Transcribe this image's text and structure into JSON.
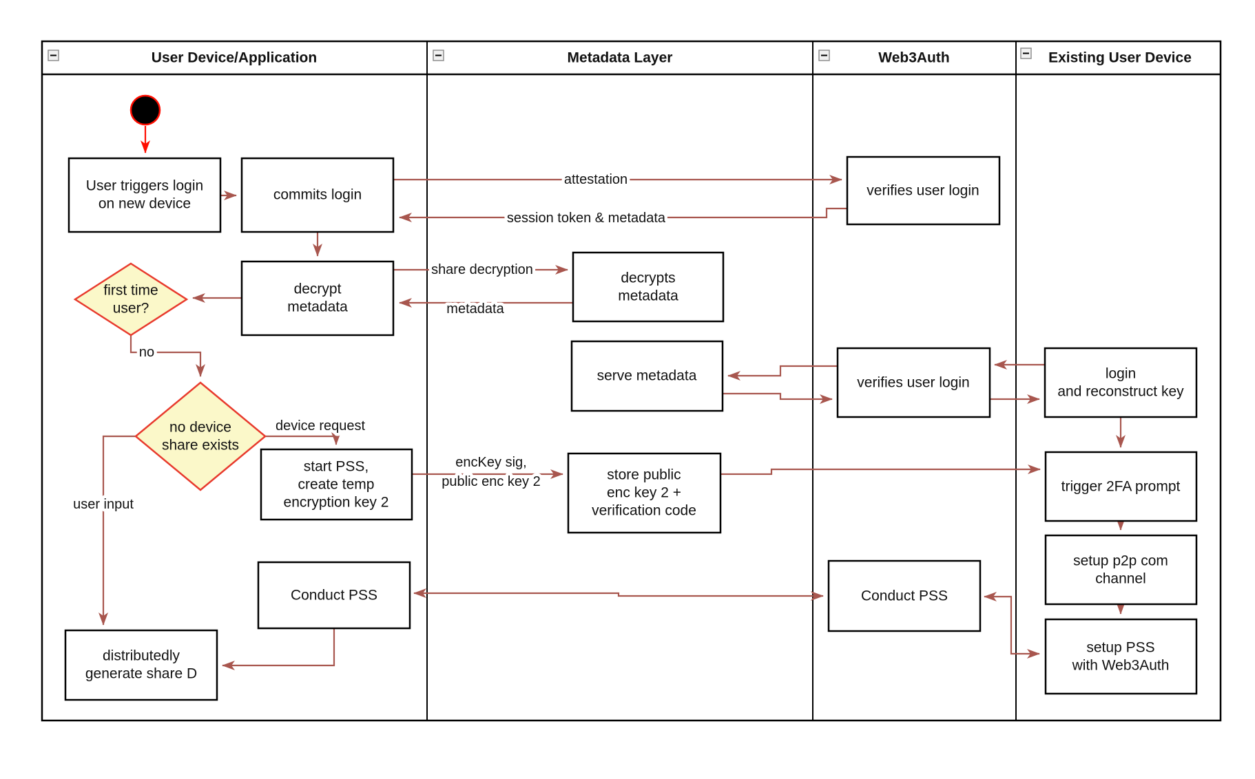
{
  "diagram": {
    "lanes": [
      {
        "title": "User Device/Application"
      },
      {
        "title": "Metadata Layer"
      },
      {
        "title": "Web3Auth"
      },
      {
        "title": "Existing User Device"
      }
    ],
    "nodes": {
      "user_triggers": {
        "lines": [
          "User triggers login",
          "on new device"
        ]
      },
      "commits_login": {
        "lines": [
          "commits login"
        ]
      },
      "decrypt_metadata": {
        "lines": [
          "decrypt",
          "metadata"
        ]
      },
      "decrypts_metadata": {
        "lines": [
          "decrypts",
          "metadata"
        ]
      },
      "verifies_user_login_1": {
        "lines": [
          "verifies user login"
        ]
      },
      "serve_metadata": {
        "lines": [
          "serve metadata"
        ]
      },
      "verifies_user_login_2": {
        "lines": [
          "verifies user login"
        ]
      },
      "login_reconstruct": {
        "lines": [
          "login",
          "and reconstruct key"
        ]
      },
      "start_pss": {
        "lines": [
          "start PSS,",
          "create temp",
          "encryption key 2"
        ]
      },
      "store_public": {
        "lines": [
          "store public",
          "enc key 2 +",
          "verification code"
        ]
      },
      "trigger_2fa": {
        "lines": [
          "trigger 2FA prompt"
        ]
      },
      "setup_p2p": {
        "lines": [
          "setup p2p com",
          "channel"
        ]
      },
      "setup_pss": {
        "lines": [
          "setup PSS",
          "with Web3Auth"
        ]
      },
      "conduct_pss_user": {
        "lines": [
          "Conduct PSS"
        ]
      },
      "conduct_pss_web3": {
        "lines": [
          "Conduct PSS"
        ]
      },
      "distributedly": {
        "lines": [
          "distributedly",
          "generate share D"
        ]
      }
    },
    "decisions": {
      "first_time_user": {
        "lines": [
          "first time",
          "user?"
        ]
      },
      "no_device_share": {
        "lines": [
          "no device",
          "share exists"
        ]
      }
    },
    "edge_labels": {
      "attestation": "attestation",
      "session_token": "session token & metadata",
      "share_decryption": "share decryption",
      "metadata": "metadata",
      "no": "no",
      "device_request": "device request",
      "enckey_line1": "encKey sig,",
      "enckey_line2": "public enc key 2",
      "user_input": "user input"
    },
    "colors": {
      "connector": "#A8564E",
      "start_arrow": "#FF0D00",
      "decision_border": "#E83A2D",
      "decision_fill": "#FBF8C9",
      "node_border": "#000000",
      "lane_border": "#000000"
    }
  }
}
